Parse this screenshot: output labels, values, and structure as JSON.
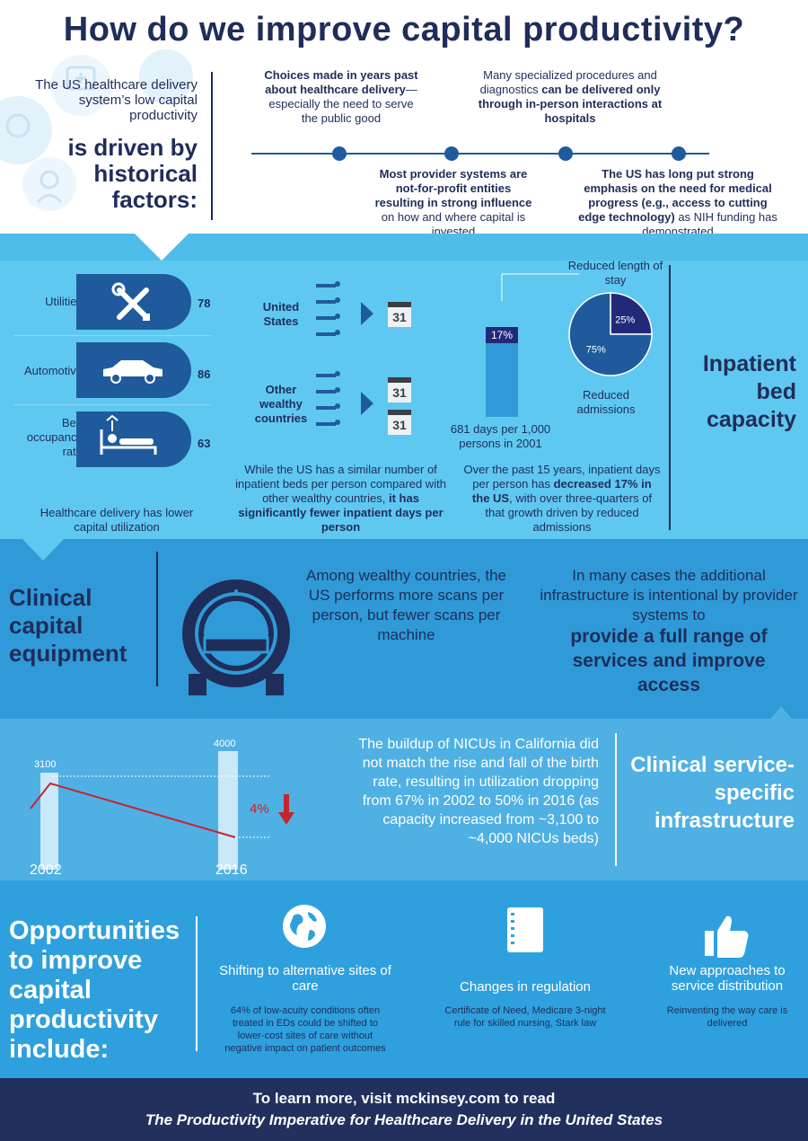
{
  "title": "How do we improve capital productivity?",
  "intro": {
    "lead": "The US healthcare delivery system’s low capital productivity",
    "emphasis": "is driven by historical factors:"
  },
  "factors": {
    "f1": {
      "bold": "Choices made in years past about healthcare delivery",
      "rest": "—especially the need to serve the public good"
    },
    "f2": {
      "bold": "Most provider systems are not-for-profit entities resulting in strong influence",
      "rest": " on how and where capital is invested"
    },
    "f3": {
      "pre": "Many specialized procedures and diagnostics ",
      "bold": "can be delivered only through in-person interactions at hospitals"
    },
    "f4": {
      "bold": "The US has long put strong emphasis on the need for medical progress (e.g., access to cutting edge technology)",
      "rest": " as NIH funding has demonstrated"
    }
  },
  "utilization": {
    "items": [
      {
        "label": "Utilities",
        "value": "78",
        "icon": "tools-icon"
      },
      {
        "label": "Automotive",
        "value": "86",
        "icon": "car-icon"
      },
      {
        "label": "Bed occupancy rate",
        "value": "63",
        "icon": "hospital-bed-icon"
      }
    ],
    "caption": "Healthcare delivery has lower capital utilization"
  },
  "beds": {
    "us_label": "United States",
    "other_label": "Other wealthy countries",
    "calendar_text": "31",
    "caption_pre": "While the US has a similar number of inpatient beds per person compared with other wealthy countries, ",
    "caption_bold": "it has significantly fewer inpatient days per person"
  },
  "inpatient_days": {
    "bar_label": "17%",
    "bar_caption": "681 days per 1,000 persons in 2001",
    "pie_top_label": "Reduced length of stay",
    "pie_bottom_label": "Reduced admissions",
    "caption_pre": "Over the past 15 years, inpatient days per person has ",
    "caption_bold": "decreased 17% in the US",
    "caption_post": ", with over three-quarters of that growth driven by reduced admissions"
  },
  "chart_data": {
    "type": "pie",
    "slices": [
      {
        "label": "Reduced length of stay",
        "value": 25,
        "display": "25%",
        "color": "#23297a"
      },
      {
        "label": "Reduced admissions",
        "value": 75,
        "display": "75%",
        "color": "#1f5b9c"
      }
    ]
  },
  "inpatient_label": "Inpatient bed capacity",
  "clinical_equipment": {
    "label": "Clinical capital equipment",
    "scans_text": "Among wealthy countries, the US performs more scans per person, but fewer scans per machine",
    "infra_pre": "In many cases the additional infrastructure is intentional by provider systems to",
    "infra_bold": "provide a full range of services and improve access"
  },
  "nicu": {
    "year1": "2002",
    "year2": "2016",
    "value1": "3100",
    "value2": "4000",
    "delta": "4%",
    "text": "The buildup of NICUs in California did not match the rise and fall of the birth rate, resulting in utilization dropping from 67% in 2002 to 50% in 2016 (as capacity increased from ~3,100 to ~4,000 NICUs beds)",
    "label": "Clinical service-specific infrastructure"
  },
  "opportunities": {
    "label": "Opportunities to improve capital productivity include:",
    "items": [
      {
        "title": "Shifting to alternative sites of care",
        "desc": "64% of low-acuity conditions often treated in EDs could be shifted to lower-cost sites of care without negative impact on patient outcomes",
        "icon": "globe-icon"
      },
      {
        "title": "Changes in regulation",
        "desc": "Certificate of Need, Medicare 3-night rule for skilled nursing, Stark law",
        "icon": "notebook-icon"
      },
      {
        "title": "New approaches to service distribution",
        "desc": "Reinventing the way care is delivered",
        "icon": "thumbs-up-icon"
      }
    ]
  },
  "footer": {
    "line1": "To learn more, visit mckinsey.com to read",
    "line2": "The Productivity Imperative for Healthcare Delivery in the United States"
  },
  "colors": {
    "navy": "#1f2d5a",
    "blue": "#1f5b9c",
    "sky": "#5fc8f0",
    "footer": "#22305e",
    "red": "#d22630"
  }
}
